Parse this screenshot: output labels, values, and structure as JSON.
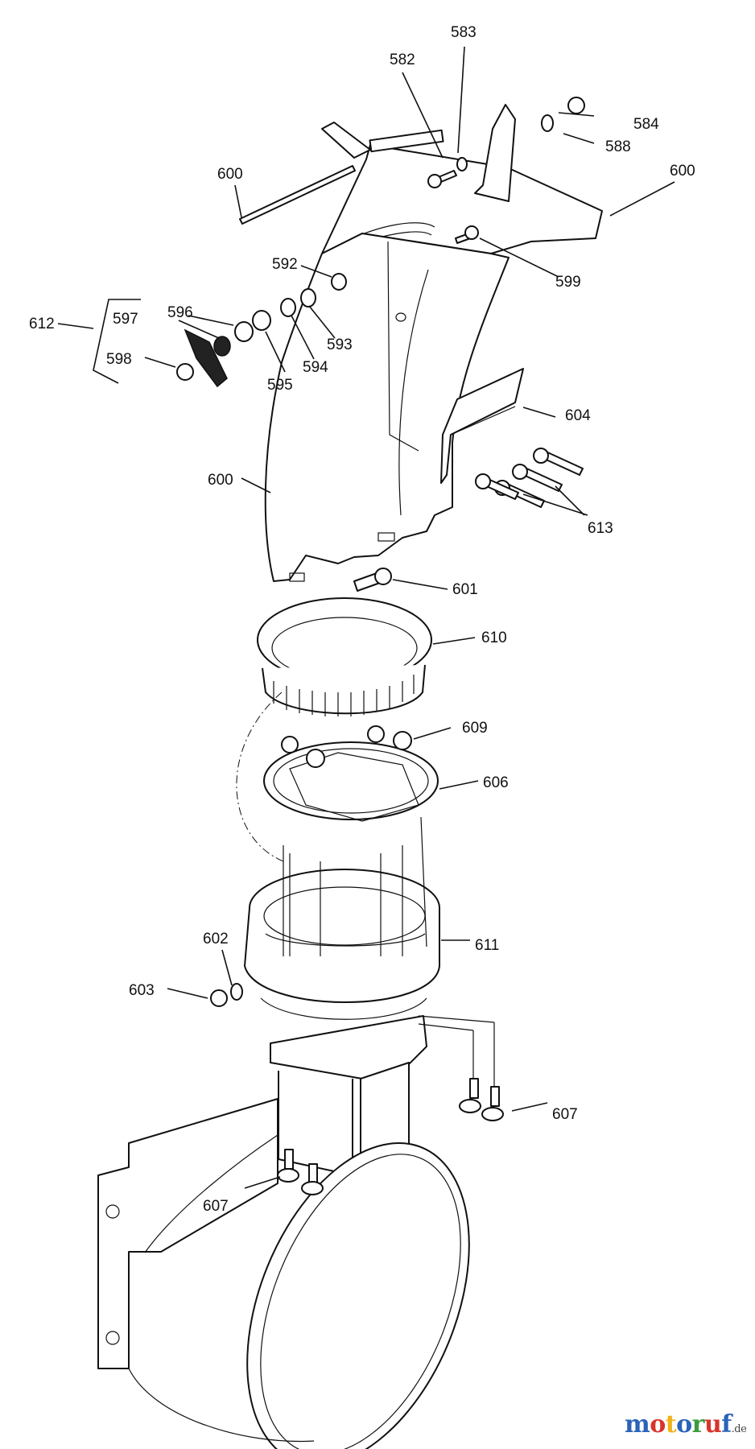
{
  "diagram": {
    "labels": {
      "p583": "583",
      "p582": "582",
      "p584": "584",
      "p588": "588",
      "p600_top": "600",
      "p600_right": "600",
      "p600_mid": "600",
      "p599": "599",
      "p592": "592",
      "p593": "593",
      "p594": "594",
      "p595": "595",
      "p596": "596",
      "p597": "597",
      "p598": "598",
      "p612": "612",
      "p604": "604",
      "p613": "613",
      "p601": "601",
      "p610": "610",
      "p609": "609",
      "p606": "606",
      "p611": "611",
      "p602": "602",
      "p603": "603",
      "p607_right": "607",
      "p607_left": "607"
    }
  },
  "watermark": {
    "text": "motoruf",
    "tld": ".de",
    "colors": [
      "#2a63b8",
      "#d9342b",
      "#f0b21a",
      "#2a63b8",
      "#3c9a3c",
      "#d9342b",
      "#2a63b8"
    ]
  }
}
